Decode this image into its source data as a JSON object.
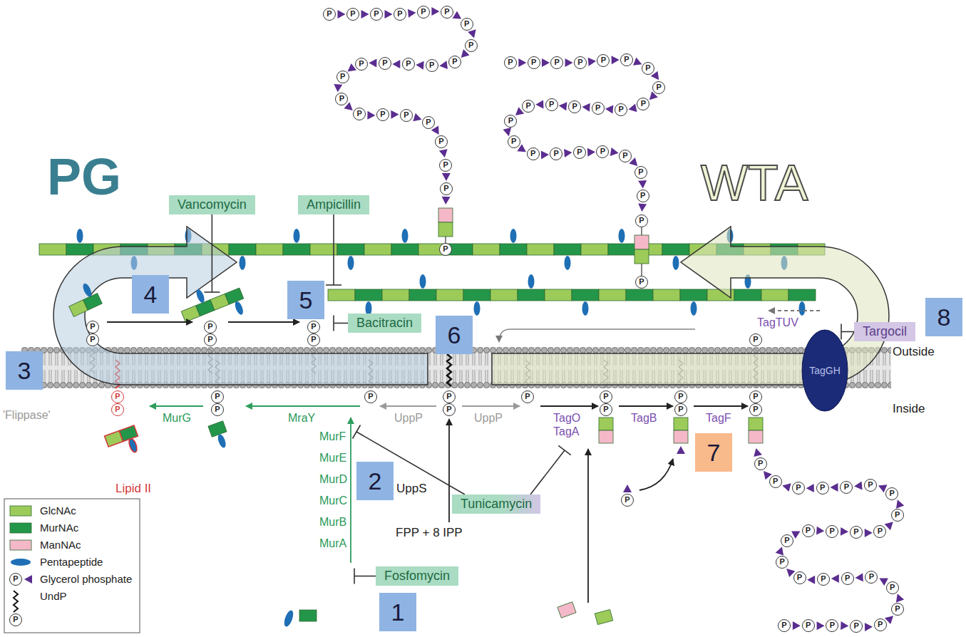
{
  "diagram": {
    "nodes": [
      {
        "text": [
          "Vancomycin"
        ]
      },
      {
        "text": [
          "Ampicillin"
        ]
      },
      {
        "text": [
          "4"
        ]
      },
      {
        "text": [
          "5"
        ]
      },
      {
        "text": [
          "8"
        ]
      },
      {
        "text": [
          "Bacitracin"
        ]
      },
      {
        "text": [
          "6"
        ]
      },
      {
        "text": [
          "Targocil"
        ]
      },
      {
        "text": [
          "TagGH"
        ]
      },
      {
        "text": [
          "3"
        ]
      },
      {
        "text": [
          "7"
        ]
      },
      {
        "text": [
          "2"
        ]
      },
      {
        "text": [
          "Tunicamycin"
        ]
      },
      {
        "text": [
          "Fosfomycin"
        ]
      },
      {
        "text": [
          "1"
        ]
      }
    ],
    "labels": [
      "PG",
      "WTA",
      "TagTUV",
      "Outside",
      "'Flippase'",
      "MurG",
      "MraY",
      "UppP",
      "UppP",
      "TagO",
      "TagA",
      "TagB",
      "TagF",
      "Inside",
      "MurF",
      "MurE",
      "MurD",
      "MurC",
      "MurB",
      "MurA",
      "UppS",
      "Lipid II",
      "FPP + 8 IPP",
      "P",
      "P",
      "P",
      "P",
      "P",
      "P",
      "P",
      "P",
      "P",
      "P",
      "P",
      "P",
      "P",
      "P",
      "P",
      "P",
      "P",
      "P",
      "P",
      "P",
      "P",
      "P",
      "P",
      "P",
      "P",
      "P",
      "P",
      "P",
      "P",
      "P",
      "P",
      "P",
      "P",
      "P",
      "P",
      "P",
      "P",
      "P",
      "P",
      "P",
      "P",
      "P",
      "P",
      "P",
      "P",
      "P",
      "P",
      "P",
      "P",
      "P",
      "P",
      "P",
      "P",
      "P",
      "P",
      "P",
      "P",
      "P",
      "P",
      "P",
      "P",
      "P",
      "P",
      "P",
      "P",
      "P",
      "P",
      "P",
      "P",
      "P",
      "P",
      "P",
      "P",
      "P",
      "P",
      "P",
      "P",
      "P",
      "P",
      "P",
      "P",
      "P",
      "P",
      "P",
      "P",
      "P",
      "P",
      "P",
      "P",
      "P",
      "P",
      "P",
      "P",
      "P",
      "P",
      "P",
      "P"
    ],
    "legend": [
      {
        "text": "GlcNAc",
        "color": "#9dcb5a"
      },
      {
        "text": "MurNAc",
        "color": "#23964a"
      },
      {
        "text": "ManNAc",
        "color": "#f5b8c9"
      },
      {
        "text": "Pentapeptide"
      },
      {
        "text": "Glycerol phosphate"
      },
      {
        "text": "UndP"
      }
    ]
  }
}
